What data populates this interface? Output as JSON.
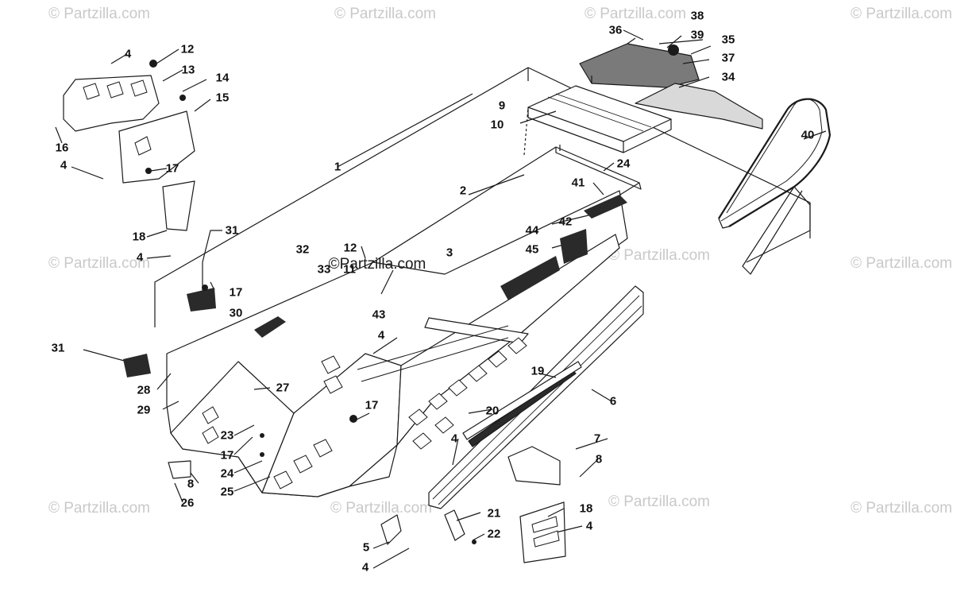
{
  "colors": {
    "line": "#1a1a1a",
    "fill_dark": "#2a2a2a",
    "fill_mid": "#7a7a7a",
    "fill_light": "#d9d9d9",
    "watermark": "#c9c9c9"
  },
  "watermark": {
    "text": "© Partzilla.com",
    "center_text": "©Partzilla.com"
  },
  "callouts": {
    "c1": "1",
    "c2": "2",
    "c3": "3",
    "c4a": "4",
    "c4b": "4",
    "c4c": "4",
    "c4d": "4",
    "c4e": "4",
    "c4f": "4",
    "c5": "5",
    "c6": "6",
    "c7": "7",
    "c8a": "8",
    "c8b": "8",
    "c9": "9",
    "c10": "10",
    "c11": "11",
    "c12a": "12",
    "c12b": "12",
    "c13": "13",
    "c14": "14",
    "c15": "15",
    "c16": "16",
    "c17a": "17",
    "c17b": "17",
    "c17c": "17",
    "c17d": "17",
    "c18a": "18",
    "c18b": "18",
    "c19": "19",
    "c20": "20",
    "c21": "21",
    "c22": "22",
    "c23": "23",
    "c24a": "24",
    "c24b": "24",
    "c25": "25",
    "c26": "26",
    "c27": "27",
    "c28": "28",
    "c29": "29",
    "c30": "30",
    "c31a": "31",
    "c31b": "31",
    "c32": "32",
    "c33": "33",
    "c34": "34",
    "c35": "35",
    "c36": "36",
    "c37": "37",
    "c38": "38",
    "c39": "39",
    "c40": "40",
    "c41": "41",
    "c42": "42",
    "c43": "43",
    "c44": "44",
    "c45": "45"
  }
}
